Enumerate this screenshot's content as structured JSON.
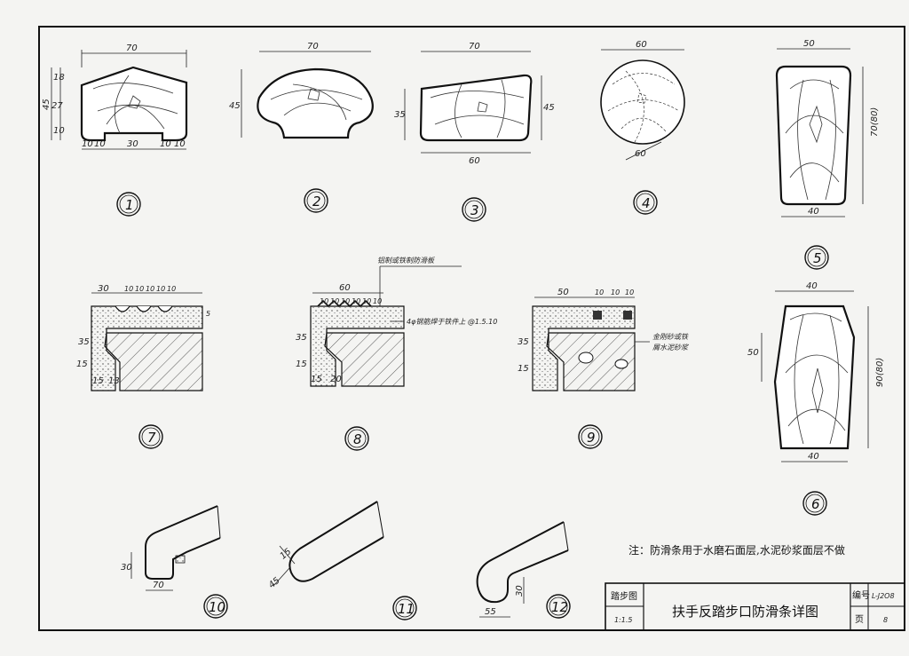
{
  "details": [
    {
      "number": "1",
      "dims": [
        "70",
        "45",
        "18",
        "27",
        "10",
        "10",
        "10",
        "30",
        "10",
        "10"
      ]
    },
    {
      "number": "2",
      "dims": [
        "70",
        "45"
      ]
    },
    {
      "number": "3",
      "dims": [
        "70",
        "35",
        "45",
        "60"
      ]
    },
    {
      "number": "4",
      "dims": [
        "60",
        "60"
      ]
    },
    {
      "number": "5",
      "dims": [
        "50",
        "70(80)",
        "40"
      ]
    },
    {
      "number": "6",
      "dims": [
        "40",
        "50",
        "90(80)",
        "40"
      ]
    },
    {
      "number": "7",
      "dims": [
        "30",
        "10",
        "10",
        "10",
        "10",
        "10",
        "5",
        "35",
        "15",
        "15",
        "13"
      ]
    },
    {
      "number": "8",
      "dims": [
        "60",
        "10",
        "10",
        "10",
        "10",
        "10",
        "10",
        "35",
        "15",
        "15",
        "20"
      ]
    },
    {
      "number": "9",
      "dims": [
        "50",
        "10",
        "10",
        "10",
        "35",
        "15"
      ]
    },
    {
      "number": "10",
      "dims": [
        "30",
        "70"
      ]
    },
    {
      "number": "11",
      "dims": [
        "15",
        "45"
      ]
    },
    {
      "number": "12",
      "dims": [
        "30",
        "55"
      ]
    }
  ],
  "callouts": {
    "c8_top": "铝制或铁制防滑板",
    "c8_right": "4φ钢筋焊于铁件上 @1.5.10",
    "c9_right_1": "金刚砂或铁",
    "c9_right_2": "屑水泥砂浆"
  },
  "note": "注：防滑条用于水磨石面层,水泥砂浆面层不做",
  "title_block": {
    "left_label": "踏步图",
    "left_sub": "1:1.5",
    "title": "扶手反踏步口防滑条详图",
    "page_label": "页",
    "code_label": "编号",
    "code": "L-J2O8",
    "page_no": "8"
  }
}
